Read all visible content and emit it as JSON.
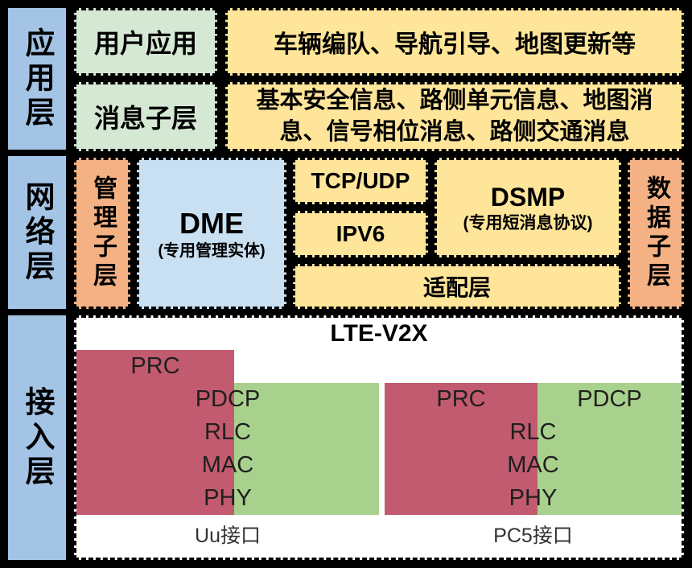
{
  "side_layers": {
    "application": "应用层",
    "network": "网络层",
    "access": "接入层"
  },
  "application_layer": {
    "user_app": "用户应用",
    "user_app_items": "车辆编队、导航引导、地图更新等",
    "message_sublayer": "消息子层",
    "message_items": "基本安全信息、路侧单元信息、地图消息、信号相位消息、路侧交通消息"
  },
  "network_layer": {
    "management_sublayer": "管理子层",
    "dme_title": "DME",
    "dme_subtitle": "(专用管理实体)",
    "tcp_udp": "TCP/UDP",
    "ipv6": "IPV6",
    "dsmp_title": "DSMP",
    "dsmp_subtitle": "(专用短消息协议)",
    "adaptation_layer": "适配层",
    "data_sublayer": "数据子层"
  },
  "access_layer": {
    "title": "LTE-V2X",
    "uu_stack": {
      "prc": "PRC",
      "pdcp": "PDCP",
      "rlc": "RLC",
      "mac": "MAC",
      "phy": "PHY",
      "interface_label": "Uu接口"
    },
    "pc5_stack": {
      "prc": "PRC",
      "pdcp": "PDCP",
      "rlc": "RLC",
      "mac": "MAC",
      "phy": "PHY",
      "interface_label": "PC5接口"
    }
  },
  "colors": {
    "canvas_background": "#000000",
    "layer_label_blue": "#a3c4e5",
    "sublayer_green": "#d5e8d4",
    "info_yellow": "#ffe599",
    "sublayer_orange": "#f4b183",
    "dme_blue": "#c9dff2",
    "control_plane_red": "#c25b6f",
    "user_plane_green": "#a9d18e",
    "access_panel_white": "#ffffff"
  }
}
